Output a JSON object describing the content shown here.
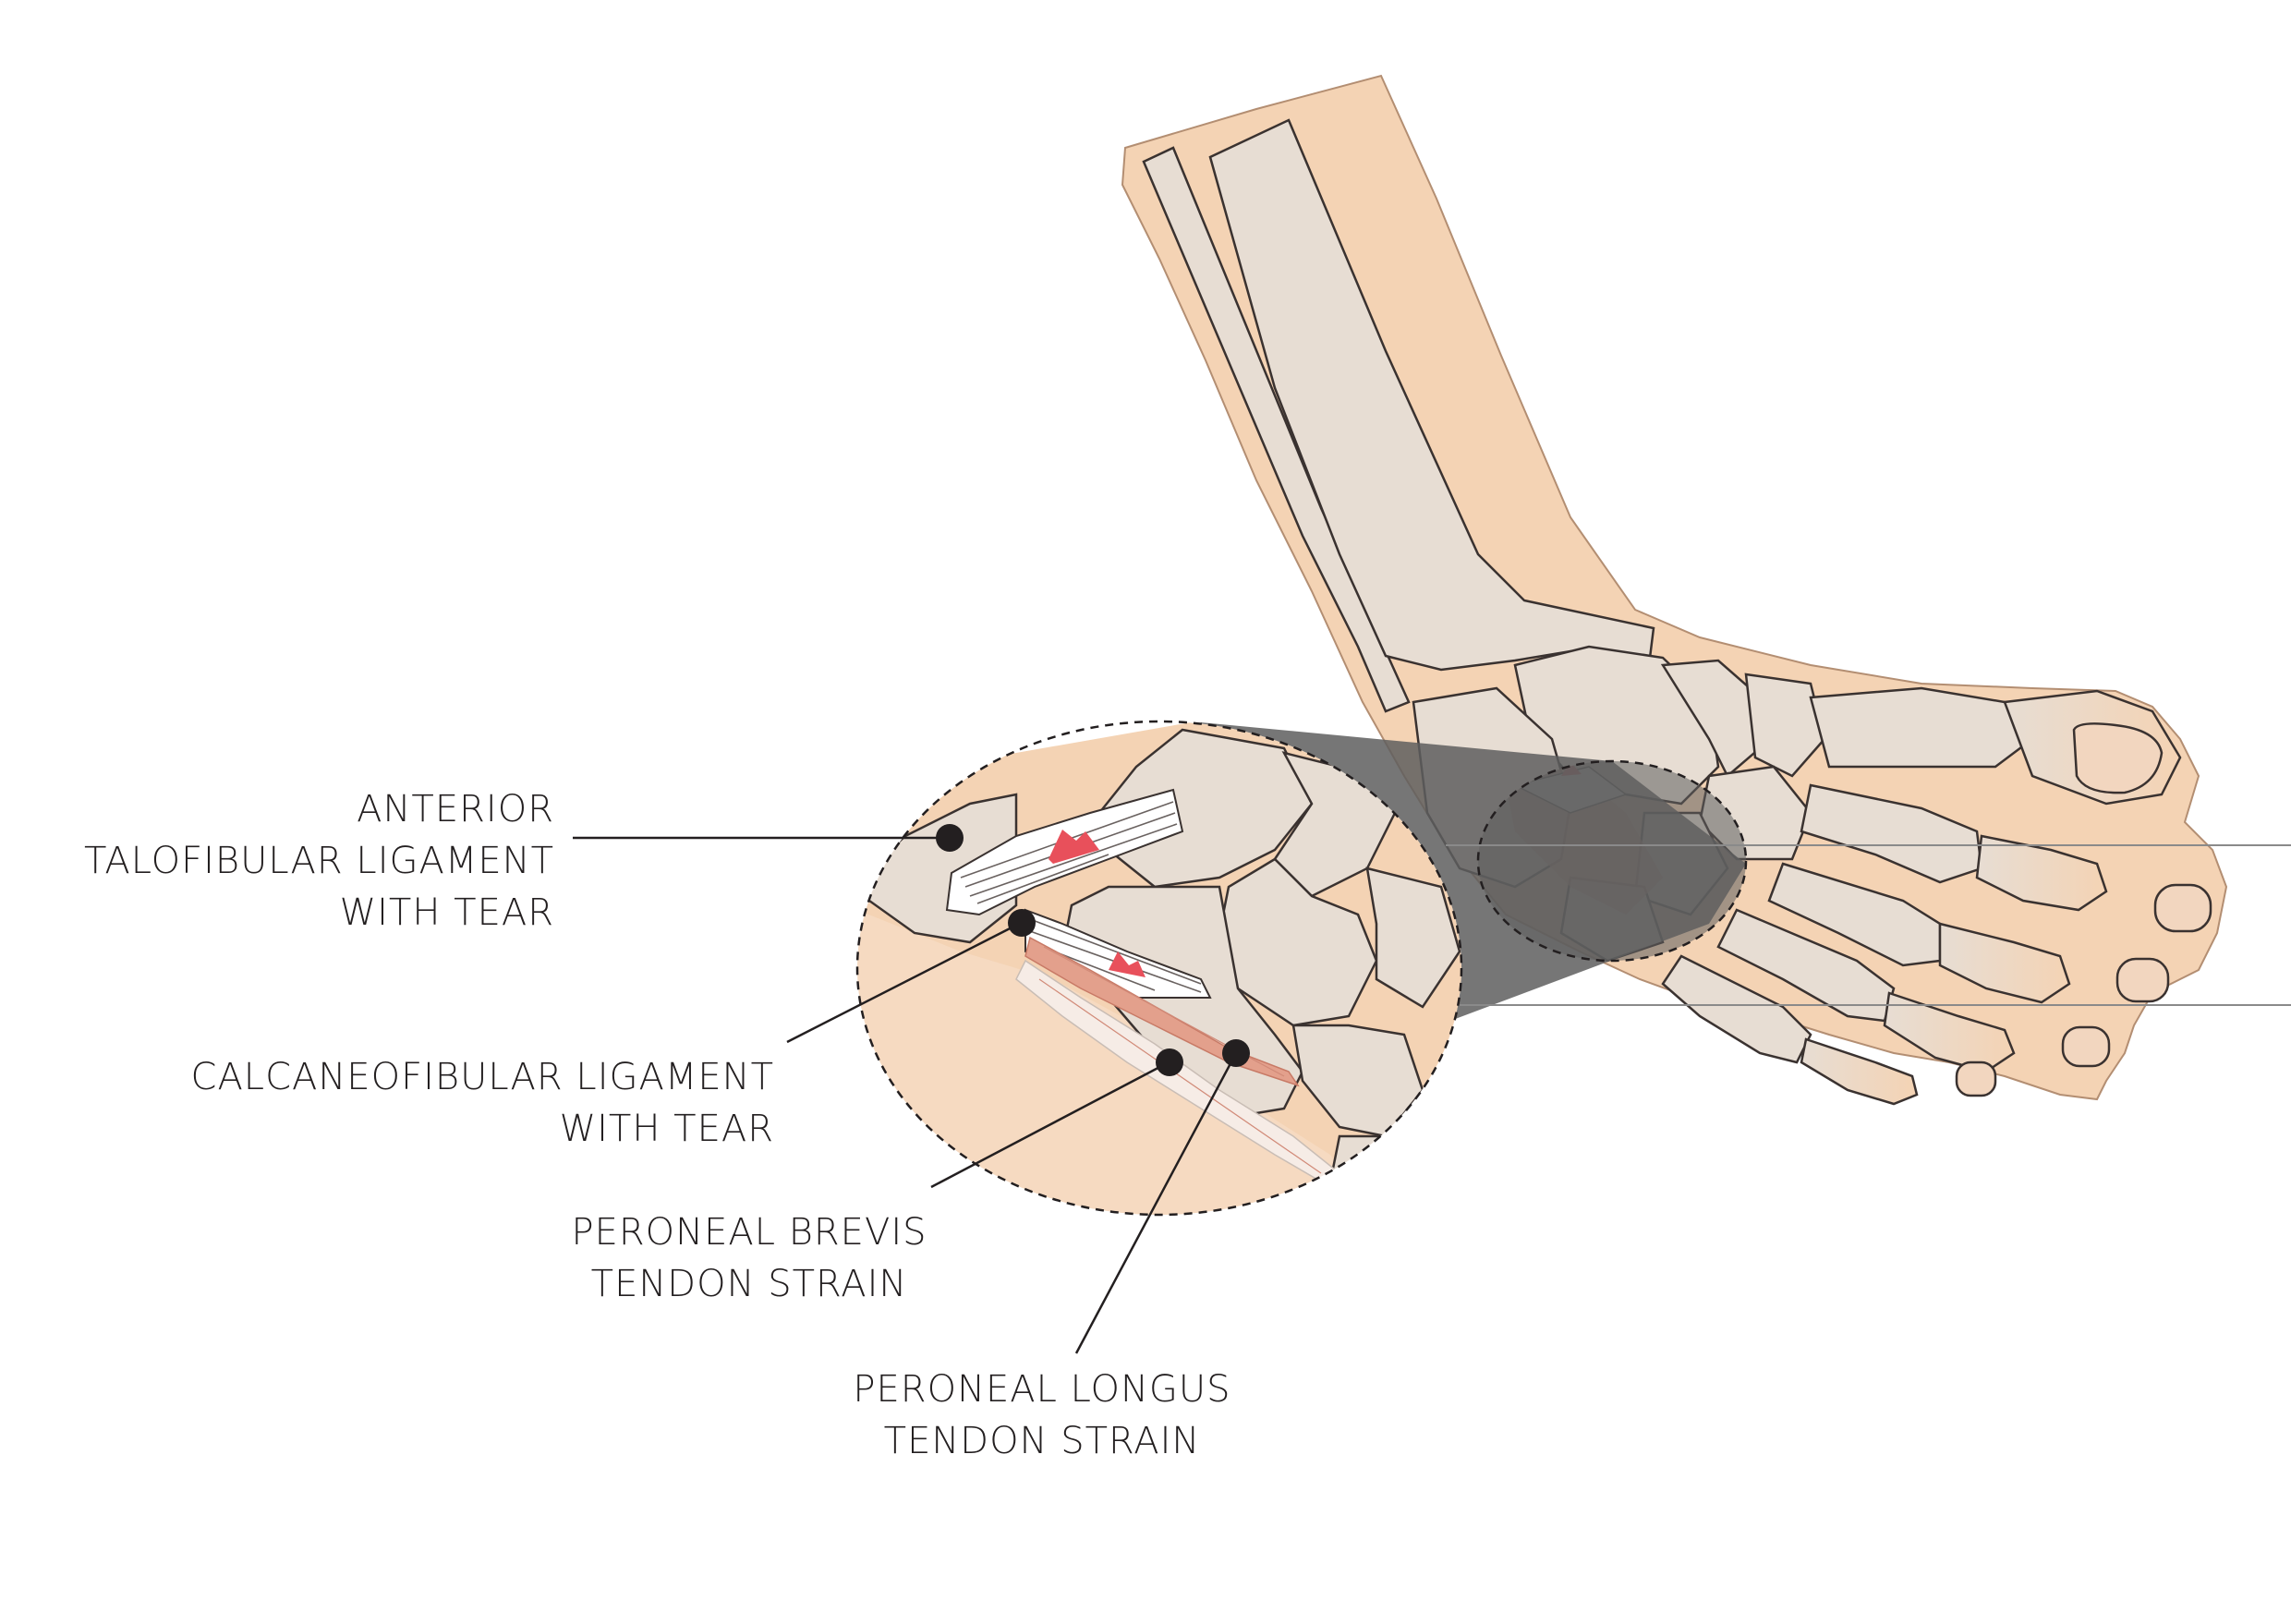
{
  "labels": {
    "atfl": {
      "line1": "ANTERIOR",
      "line2": "TALOFIBULAR LIGAMENT",
      "line3": "WITH TEAR"
    },
    "cfl": {
      "line1": "CALCANEOFIBULAR LIGAMENT",
      "line2": "WITH TEAR"
    },
    "brevis": {
      "line1": "PERONEAL BREVIS",
      "line2": "TENDON STRAIN"
    },
    "longus": {
      "line1": "PERONEAL LONGUS",
      "line2": "TENDON STRAIN"
    }
  },
  "colors": {
    "skin": "#f4d3b4",
    "bone": "#e7ddd3",
    "outline": "#3a3230",
    "tear": "#e8505b",
    "tendon": "#e3a08c",
    "shadow": "#6f6f6f",
    "ink": "#231f20"
  }
}
